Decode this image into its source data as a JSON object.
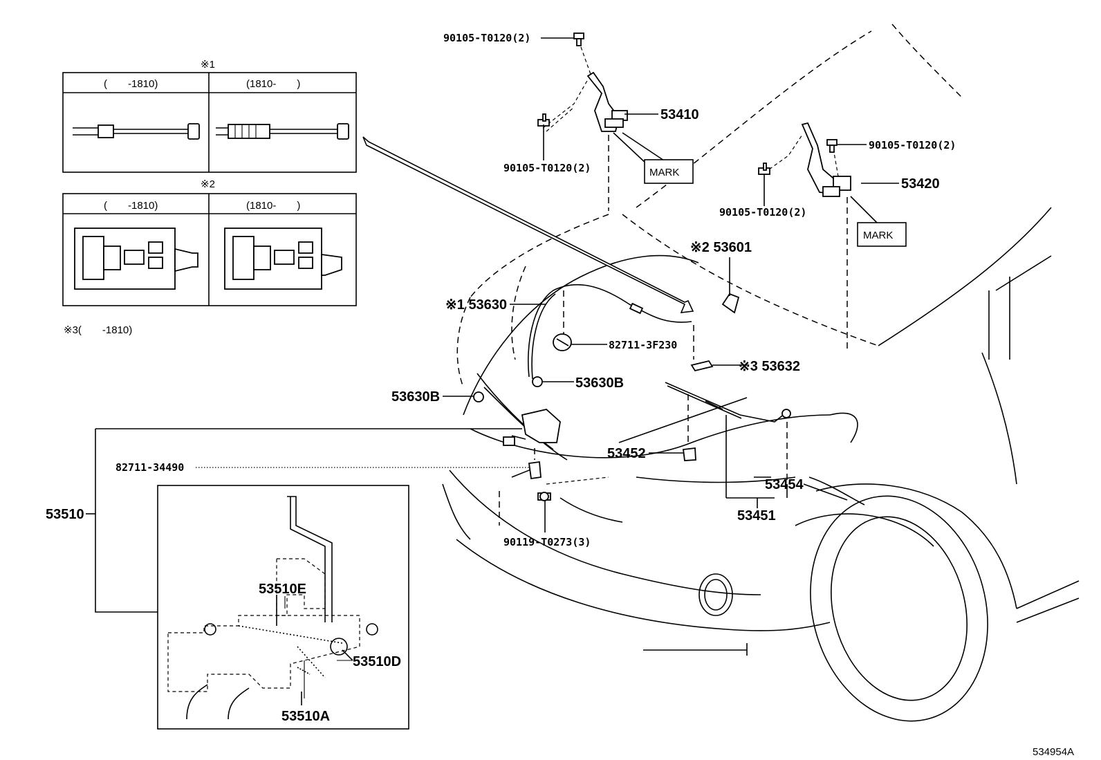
{
  "labels": {
    "note1_mark": "※1",
    "note2_mark": "※2",
    "note1_col_a": "(　　-1810)",
    "note1_col_b": "(1810-　　)",
    "note2_col_a": "(　　-1810)",
    "note2_col_b": "(1810-　　)",
    "note3": "※3(　　-1810)",
    "p_90105_top": "90105-T0120(2)",
    "p_90105_mid": "90105-T0120(2)",
    "p_90105_right_top": "90105-T0120(2)",
    "p_90105_right_mid": "90105-T0120(2)",
    "p_53410": "53410",
    "p_53420": "53420",
    "mark_1": "MARK",
    "mark_2": "MARK",
    "p_53601": "※2 53601",
    "p_53630": "※1 53630",
    "p_82711_3f230": "82711-3F230",
    "p_53632": "※3 53632",
    "p_53630b_left": "53630B",
    "p_53630b_right": "53630B",
    "p_82711_34490": "82711-34490",
    "p_53510": "53510",
    "p_53452": "53452",
    "p_53454": "53454",
    "p_53451": "53451",
    "p_90119": "90119-T0273(3)",
    "p_53510e": "53510E",
    "p_53510d": "53510D",
    "p_53510a": "53510A",
    "diagram_id": "534954A"
  }
}
